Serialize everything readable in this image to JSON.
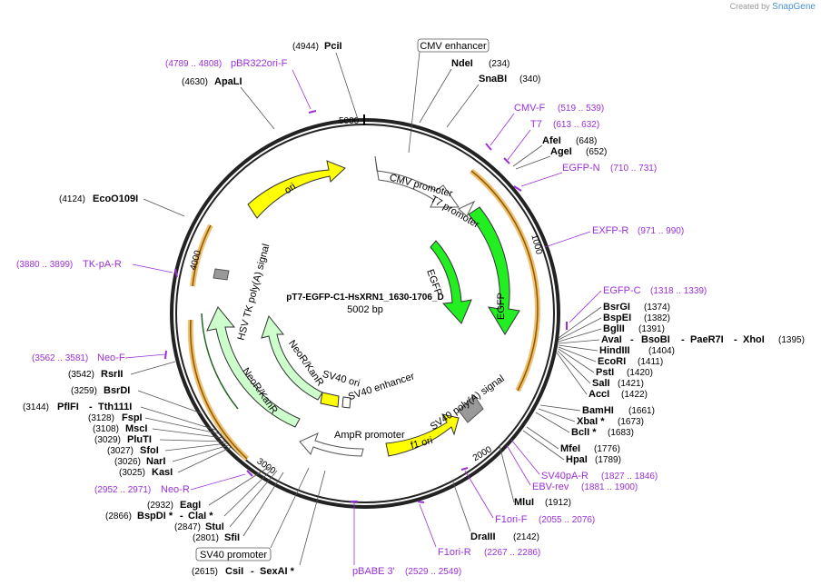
{
  "credit": {
    "prefix": "Created by",
    "brand": "SnapGene"
  },
  "plasmid": {
    "name": "pT7-EGFP-C1-HsXRN1_1630-1706_D",
    "size": "5002 bp"
  },
  "ticks": [
    "5000",
    "1000",
    "2000",
    "3000",
    "4000"
  ],
  "features": {
    "cmv_promoter": "CMV promoter",
    "t7_promoter": "T7 promoter",
    "egfp_outer": "EGFP",
    "egfp_inner": "EGFP",
    "sv40_polya": "SV40 poly(A) signal",
    "f1_ori": "f1 ori",
    "ampr_promoter": "AmpR promoter",
    "sv40_ori": "SV40 ori",
    "sv40_enhancer": "SV40 enhancer",
    "neor_outer": "NeoR/KanR",
    "neor_inner": "NeoR/KanR",
    "hsv_tk_polya": "HSV TK poly(A) signal",
    "ori": "ori"
  },
  "boxed": {
    "cmv_enhancer": "CMV enhancer",
    "sv40_promoter": "SV40 promoter"
  },
  "enzymes": [
    {
      "name": "PciI",
      "pos": "(4944)"
    },
    {
      "name": "NdeI",
      "pos": "(234)"
    },
    {
      "name": "SnaBI",
      "pos": "(340)"
    },
    {
      "name": "ApaLI",
      "pos": "(4630)"
    },
    {
      "name": "AfeI",
      "pos": "(648)"
    },
    {
      "name": "AgeI",
      "pos": "(652)"
    },
    {
      "name": "EcoO109I",
      "pos": "(4124)"
    },
    {
      "name": "BsrGI",
      "pos": "(1374)"
    },
    {
      "name": "BspEI",
      "pos": "(1382)"
    },
    {
      "name": "BglII",
      "pos": "(1391)"
    },
    {
      "name": "AvaI",
      "pos": "(1395)"
    },
    {
      "name": "BsoBI",
      "pos": ""
    },
    {
      "name": "PaeR7I",
      "pos": ""
    },
    {
      "name": "XhoI",
      "pos": ""
    },
    {
      "name": "HindIII",
      "pos": "(1404)"
    },
    {
      "name": "EcoRI",
      "pos": "(1411)"
    },
    {
      "name": "PstI",
      "pos": "(1420)"
    },
    {
      "name": "SalI",
      "pos": "(1421)"
    },
    {
      "name": "AccI",
      "pos": "(1422)"
    },
    {
      "name": "BamHI",
      "pos": "(1661)"
    },
    {
      "name": "XbaI *",
      "pos": "(1673)"
    },
    {
      "name": "BclI *",
      "pos": "(1683)"
    },
    {
      "name": "MfeI",
      "pos": "(1776)"
    },
    {
      "name": "HpaI",
      "pos": "(1789)"
    },
    {
      "name": "MluI",
      "pos": "(1912)"
    },
    {
      "name": "DraIII",
      "pos": "(2142)"
    },
    {
      "name": "CsiI",
      "pos": "(2615)"
    },
    {
      "name": "SexAI *",
      "pos": ""
    },
    {
      "name": "SfiI",
      "pos": "(2801)"
    },
    {
      "name": "StuI",
      "pos": "(2847)"
    },
    {
      "name": "BspDI *",
      "pos": "(2866)"
    },
    {
      "name": "ClaI *",
      "pos": ""
    },
    {
      "name": "EagI",
      "pos": "(2932)"
    },
    {
      "name": "KasI",
      "pos": "(3025)"
    },
    {
      "name": "NarI",
      "pos": "(3026)"
    },
    {
      "name": "SfoI",
      "pos": "(3027)"
    },
    {
      "name": "PluTI",
      "pos": "(3029)"
    },
    {
      "name": "MscI",
      "pos": "(3108)"
    },
    {
      "name": "FspI",
      "pos": "(3128)"
    },
    {
      "name": "PflFI",
      "pos": "(3144)"
    },
    {
      "name": "Tth111I",
      "pos": ""
    },
    {
      "name": "BsrDI",
      "pos": "(3259)"
    },
    {
      "name": "RsrII",
      "pos": "(3542)"
    }
  ],
  "primers": [
    {
      "name": "pBR322ori-F",
      "range": "(4789 .. 4808)"
    },
    {
      "name": "CMV-F",
      "range": "(519 .. 539)"
    },
    {
      "name": "T7",
      "range": "(613 .. 632)"
    },
    {
      "name": "EGFP-N",
      "range": "(710 .. 731)"
    },
    {
      "name": "EXFP-R",
      "range": "(971 .. 990)"
    },
    {
      "name": "TK-pA-R",
      "range": "(3880 .. 3899)"
    },
    {
      "name": "EGFP-C",
      "range": "(1318 .. 1339)"
    },
    {
      "name": "Neo-F",
      "range": "(3562 .. 3581)"
    },
    {
      "name": "SV40pA-R",
      "range": "(1827 .. 1846)"
    },
    {
      "name": "EBV-rev",
      "range": "(1881 .. 1900)"
    },
    {
      "name": "F1ori-F",
      "range": "(2055 .. 2076)"
    },
    {
      "name": "F1ori-R",
      "range": "(2267 .. 2286)"
    },
    {
      "name": "pBABE 3'",
      "range": "(2529 .. 2549)"
    },
    {
      "name": "Neo-R",
      "range": "(2952 .. 2971)"
    }
  ]
}
